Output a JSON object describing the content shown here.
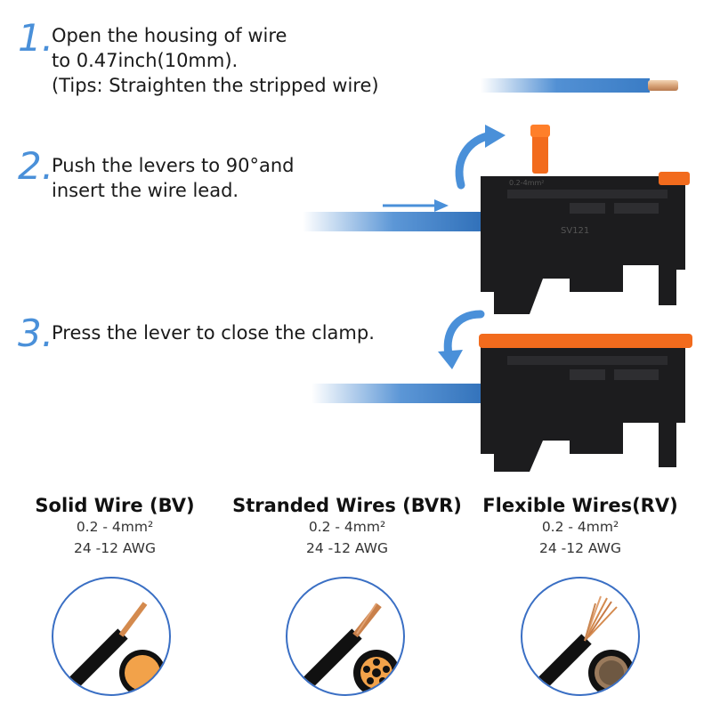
{
  "steps": [
    {
      "number": "1.",
      "lines": [
        "Open the housing of wire",
        "to 0.47inch(10mm).",
        "(Tips: Straighten the stripped wire)"
      ]
    },
    {
      "number": "2.",
      "lines": [
        "Push the levers to 90°and",
        "insert the wire lead."
      ]
    },
    {
      "number": "3.",
      "lines": [
        "Press the lever to close the clamp."
      ]
    }
  ],
  "connector": {
    "top_marking": "0.2-4mm²",
    "model": "SV121"
  },
  "wire_types": [
    {
      "name": "Solid Wire (BV)",
      "range": "0.2 - 4mm²",
      "awg": "24 -12 AWG"
    },
    {
      "name": "Stranded Wires (BVR)",
      "range": "0.2 - 4mm²",
      "awg": "24 -12 AWG"
    },
    {
      "name": "Flexible Wires(RV)",
      "range": "0.2 - 4mm²",
      "awg": "24 -12 AWG"
    }
  ],
  "colors": {
    "accent": "#4a90d9",
    "lever": "#f26b1d",
    "housing": "#1c1c1e",
    "wire": "#3f84cf",
    "copper": "#d48a4e"
  }
}
